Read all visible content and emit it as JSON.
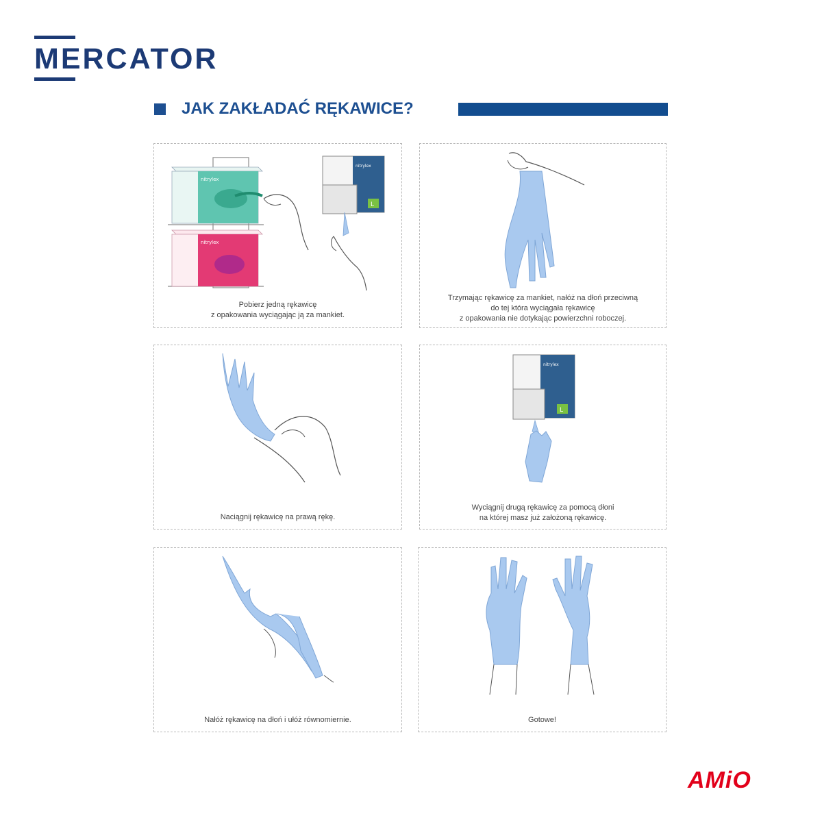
{
  "header": {
    "logo_text": "MERCATOR",
    "title": "JAK ZAKŁADAĆ RĘKAWICE?"
  },
  "steps": [
    {
      "lines": [
        "Pobierz jedną rękawicę",
        "z opakowania wyciągając ją za mankiet."
      ]
    },
    {
      "lines": [
        "Trzymając rękawicę za mankiet, nałóż na dłoń przeciwną",
        "do tej która wyciągała rękawicę",
        "z opakowania nie dotykając powierzchni roboczej."
      ]
    },
    {
      "lines": [
        "Naciągnij rękawicę na prawą rękę."
      ]
    },
    {
      "lines": [
        "Wyciągnij drugą rękawicę za pomocą dłoni",
        "na której masz już założoną rękawicę."
      ]
    },
    {
      "lines": [
        "Nałóż rękawicę na dłoń i ułóż równomiernie."
      ]
    },
    {
      "lines": [
        "Gotowe!"
      ]
    }
  ],
  "box_labels": {
    "box_label": "nitrylex",
    "size": "L"
  },
  "footer": {
    "brand": "AMiO"
  },
  "colors": {
    "brand_navy": "#1c3a75",
    "heading_blue": "#1d4f91",
    "glove_blue": "#a9c9ef",
    "box_teal": "#5fc5b0",
    "box_pink": "#e33a74",
    "box_navy": "#2f5f8f",
    "amio_red": "#e2001a"
  }
}
